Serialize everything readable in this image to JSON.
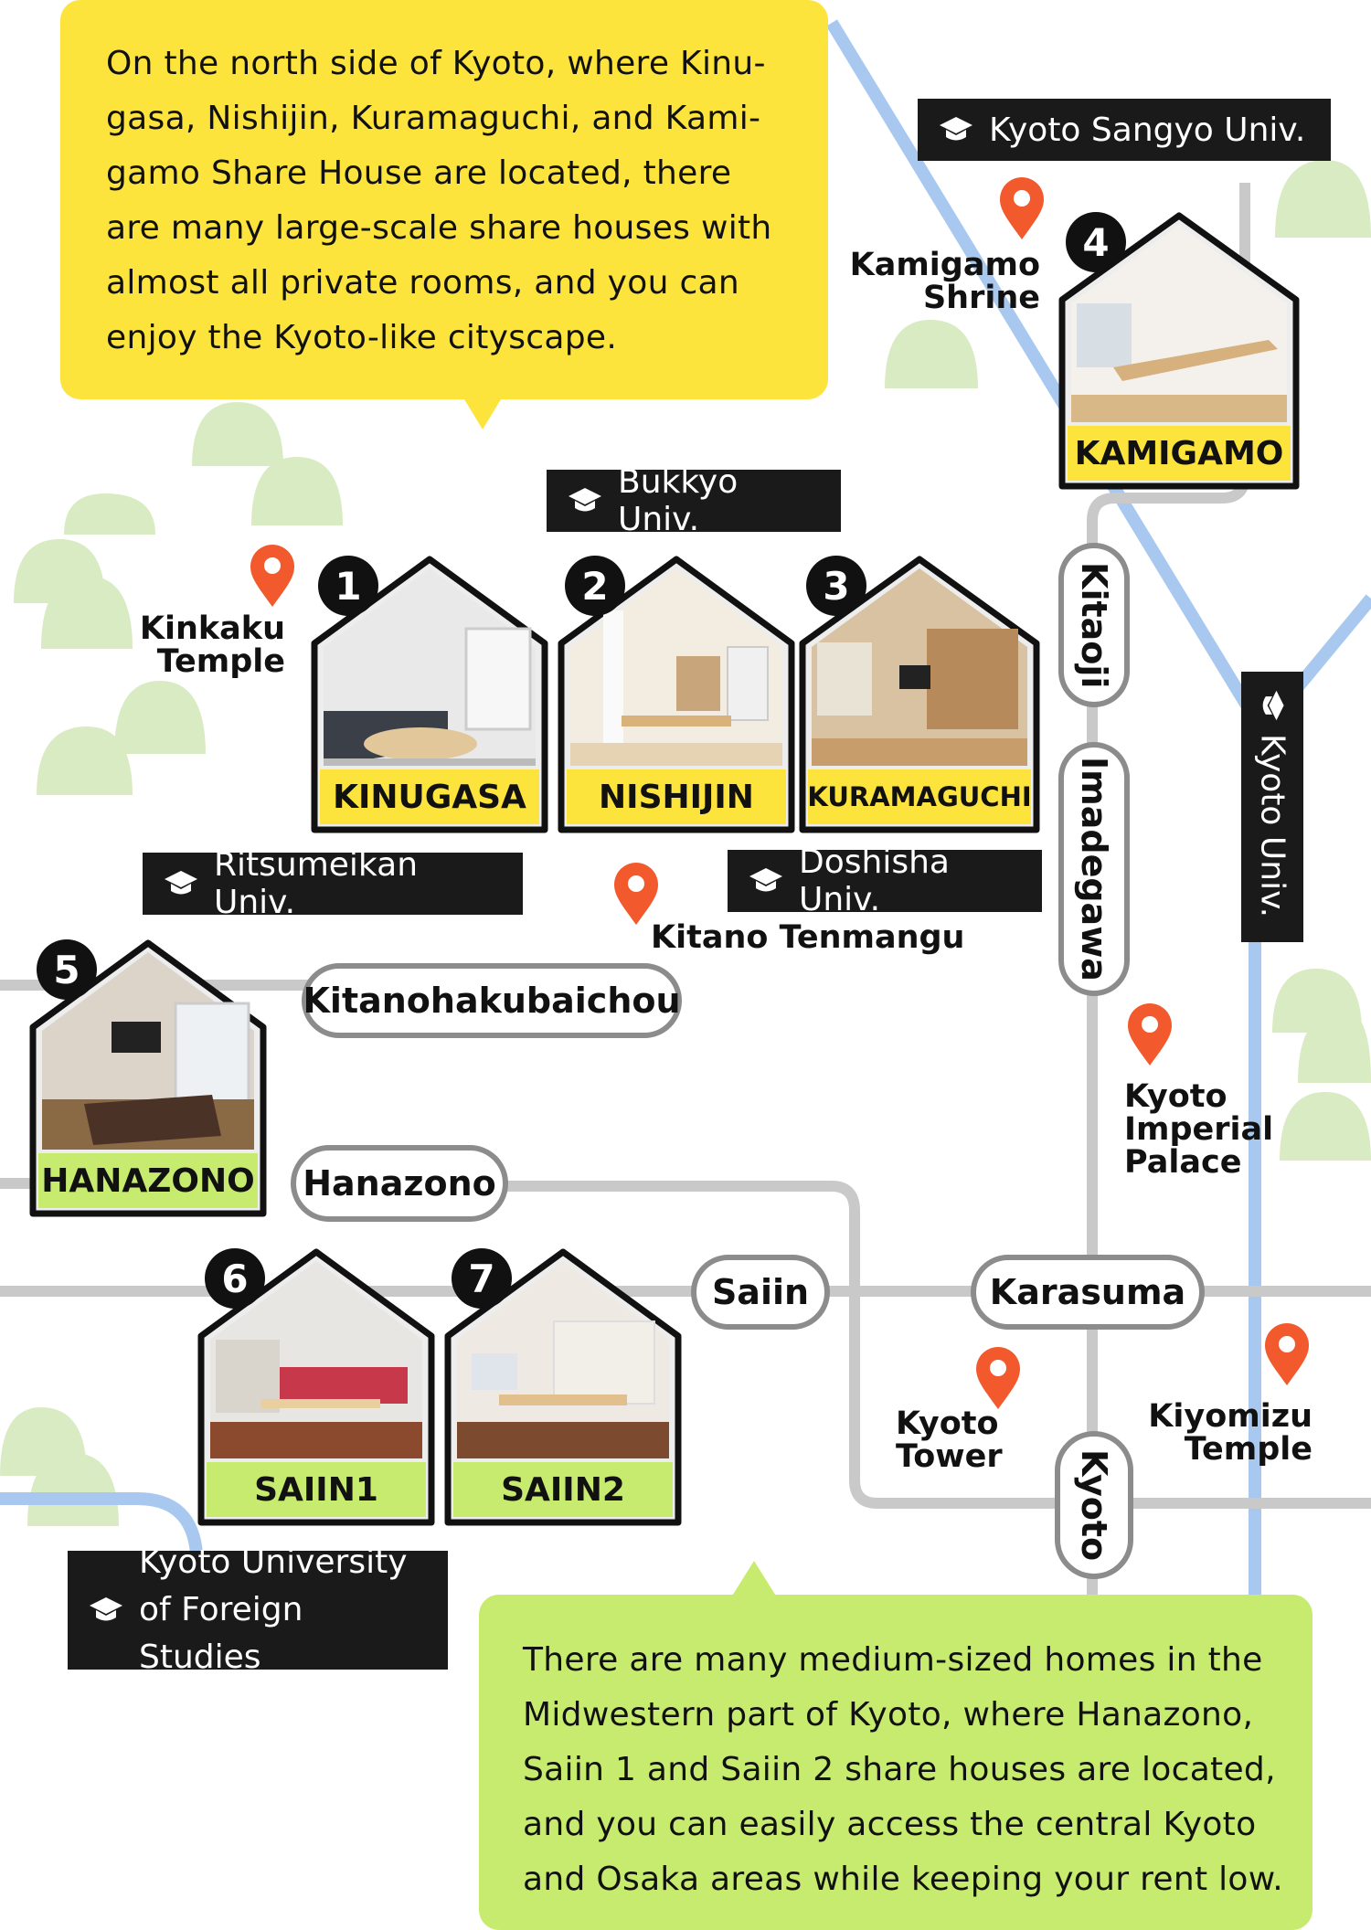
{
  "colors": {
    "yellow": "#fde43d",
    "green": "#c7eb6e",
    "river": "#a8c8ef",
    "rail": "#c9c9c9",
    "hill": "#d9ebc3",
    "pin": "#f25a2e",
    "dark": "#1a1a1a"
  },
  "callouts": {
    "north": {
      "lines": [
        "On the north side of Kyoto, where Kinu-",
        "gasa, Nishijin, Kuramaguchi, and Kami-",
        "gamo Share House are located, there",
        "are many large-scale share houses with",
        "almost all private rooms, and you can",
        "enjoy the Kyoto-like cityscape."
      ]
    },
    "midwest": {
      "lines": [
        "There are many medium-sized homes in the",
        "Midwestern part of Kyoto, where Hanazono,",
        "Saiin 1 and Saiin 2 share houses are located,",
        "and you can easily access the central Kyoto",
        "and Osaka areas while keeping your rent low."
      ]
    }
  },
  "universities": [
    {
      "id": "kyoto-sangyo",
      "lines": [
        "Kyoto Sangyo Univ."
      ]
    },
    {
      "id": "bukkyo",
      "lines": [
        "Bukkyo Univ."
      ]
    },
    {
      "id": "ritsumeikan",
      "lines": [
        "Ritsumeikan Univ."
      ]
    },
    {
      "id": "doshisha",
      "lines": [
        "Doshisha Univ."
      ]
    },
    {
      "id": "kyoto",
      "lines": [
        "Kyoto Univ."
      ]
    },
    {
      "id": "foreign-studies",
      "lines": [
        "Kyoto University",
        "of Foreign Studies"
      ]
    }
  ],
  "places": [
    {
      "id": "kamigamo-shrine",
      "lines": [
        "Kamigamo",
        "Shrine"
      ]
    },
    {
      "id": "kinkaku-temple",
      "lines": [
        "Kinkaku",
        "Temple"
      ]
    },
    {
      "id": "kitano-tenmangu",
      "lines": [
        "Kitano Tenmangu"
      ]
    },
    {
      "id": "kyoto-imperial-palace",
      "lines": [
        "Kyoto",
        "Imperial",
        "Palace"
      ]
    },
    {
      "id": "kyoto-tower",
      "lines": [
        "Kyoto",
        "Tower"
      ]
    },
    {
      "id": "kiyomizu-temple",
      "lines": [
        "Kiyomizu",
        "Temple"
      ]
    }
  ],
  "stations": [
    {
      "id": "kitaoji",
      "label": "Kitaoji"
    },
    {
      "id": "imadegawa",
      "label": "Imadegawa"
    },
    {
      "id": "kitanohakubaichou",
      "label": "Kitanohakubaichou"
    },
    {
      "id": "hanazono",
      "label": "Hanazono"
    },
    {
      "id": "saiin",
      "label": "Saiin"
    },
    {
      "id": "karasuma",
      "label": "Karasuma"
    },
    {
      "id": "kyoto",
      "label": "Kyoto"
    }
  ],
  "houses": [
    {
      "number": "1",
      "name": "KINUGASA",
      "label_color": "#fde43d"
    },
    {
      "number": "2",
      "name": "NISHIJIN",
      "label_color": "#fde43d"
    },
    {
      "number": "3",
      "name": "KURAMAGUCHI",
      "label_color": "#fde43d"
    },
    {
      "number": "4",
      "name": "KAMIGAMO",
      "label_color": "#fde43d"
    },
    {
      "number": "5",
      "name": "HANAZONO",
      "label_color": "#c7eb6e"
    },
    {
      "number": "6",
      "name": "SAIIN1",
      "label_color": "#c7eb6e"
    },
    {
      "number": "7",
      "name": "SAIIN2",
      "label_color": "#c7eb6e"
    }
  ]
}
